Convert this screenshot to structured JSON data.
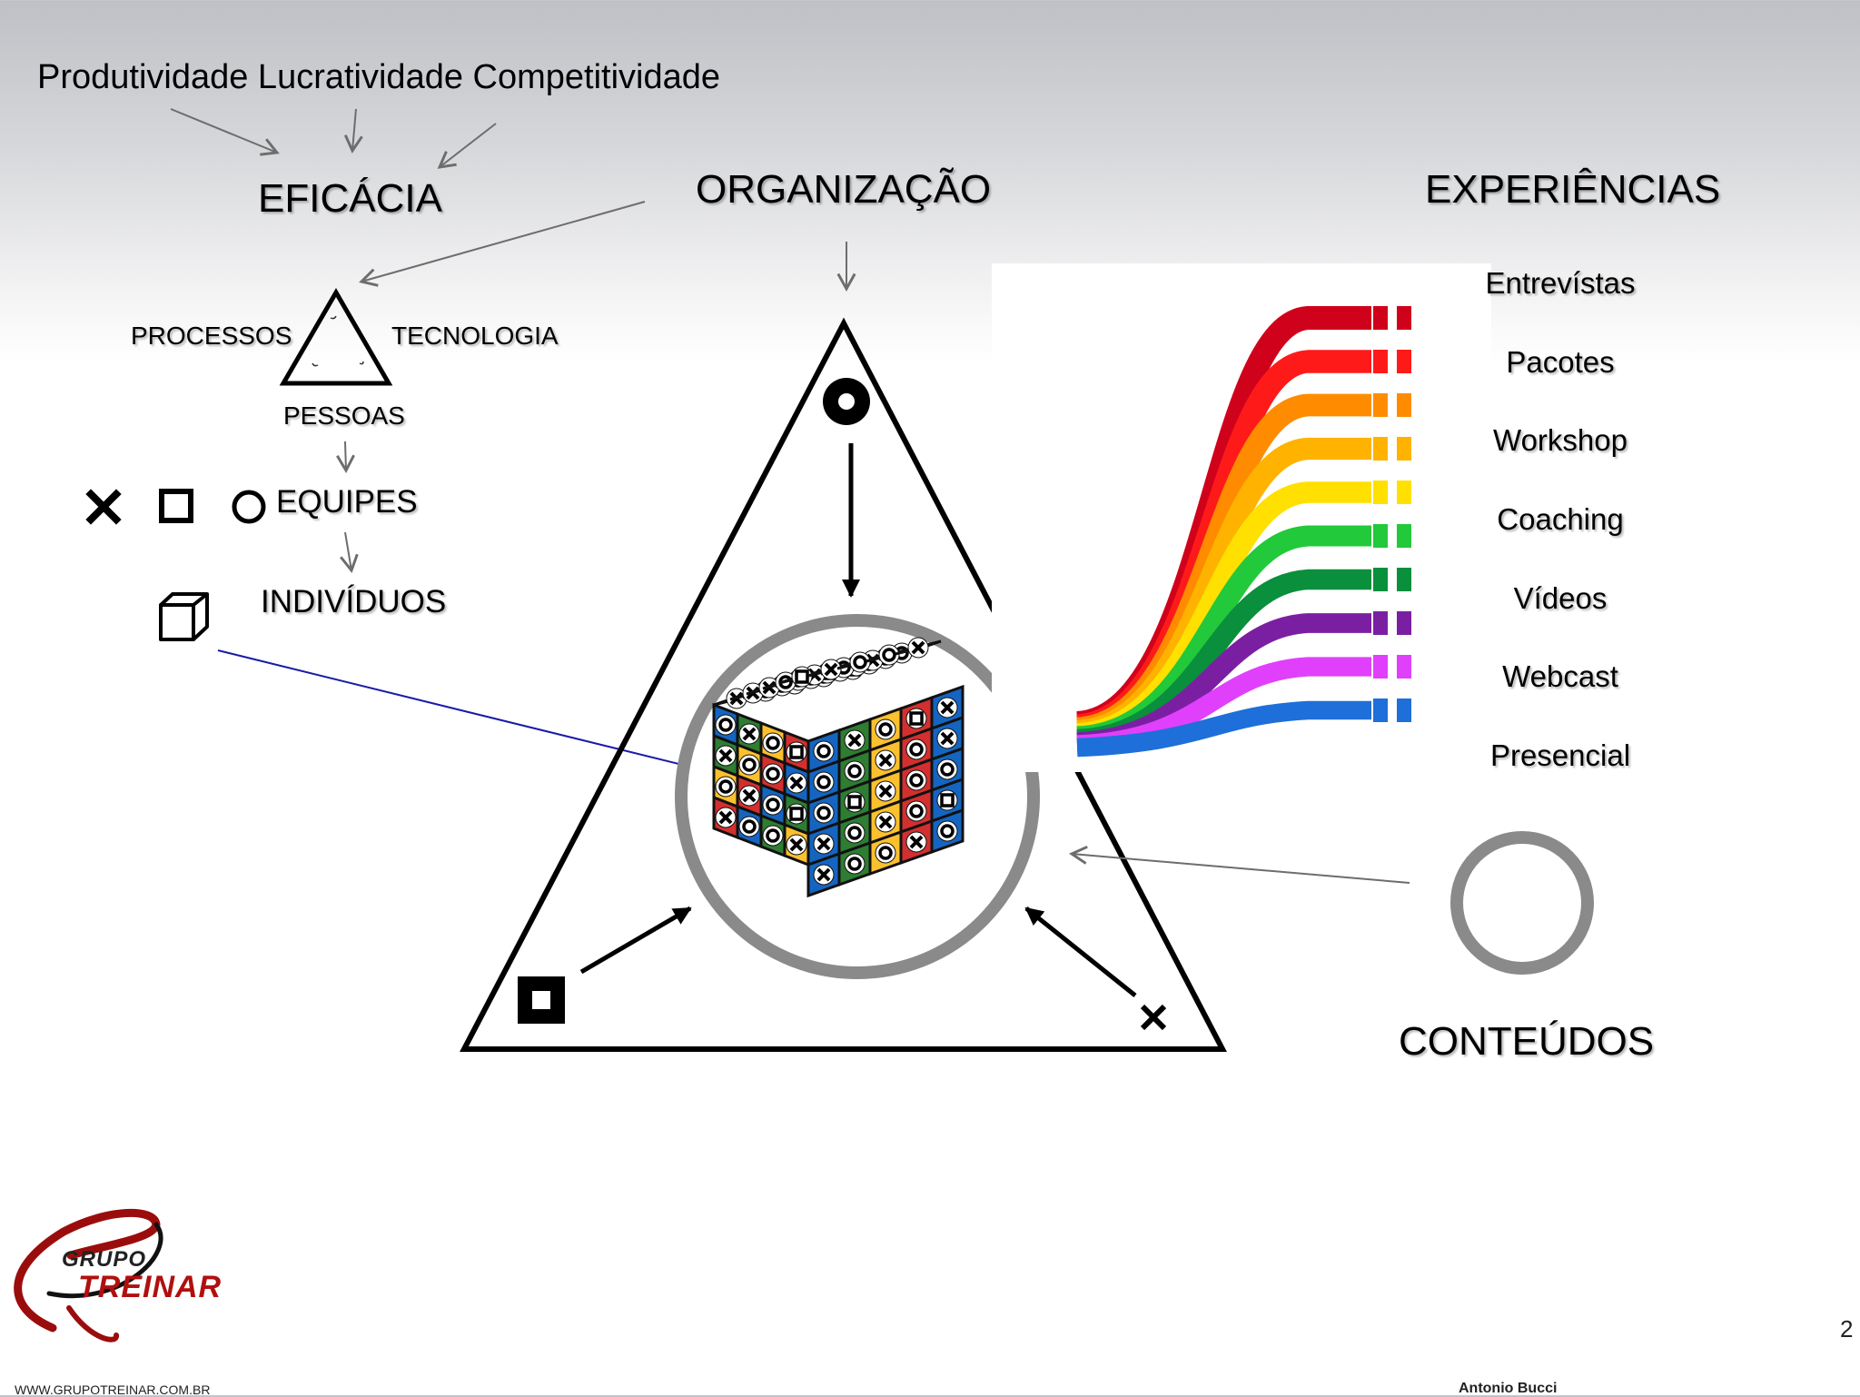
{
  "header": {
    "top_line": "Produtividade Lucratividade Competitividade",
    "eficacia": "EFICÁCIA",
    "organizacao": "ORGANIZAÇÃO",
    "experiencias": "EXPERIÊNCIAS"
  },
  "left": {
    "processos": "PROCESSOS",
    "tecnologia": "TECNOLOGIA",
    "pessoas": "PESSOAS",
    "equipes": "EQUIPES",
    "individuos": "INDIVÍDUOS"
  },
  "experiences": [
    "Entrevístas",
    "Pacotes",
    "Workshop",
    "Coaching",
    "Vídeos",
    "Webcast",
    "Presencial"
  ],
  "conteudos": "CONTEÚDOS",
  "rainbow_colors": [
    "#d0021b",
    "#ff1a1a",
    "#ff8c00",
    "#ffb300",
    "#ffe000",
    "#22c93a",
    "#0a8f3c",
    "#7b1fa2",
    "#e040fb",
    "#1e6fd9"
  ],
  "cube_colors": [
    "#2e7d32",
    "#1565c0",
    "#d32f2f",
    "#fbc02d"
  ],
  "icons": {
    "x": "x-icon",
    "square": "square-icon",
    "circle": "circle-icon",
    "cube": "cube-icon"
  },
  "footer": {
    "logo_line1": "GRUPO",
    "logo_line2": "TREINAR",
    "website": "WWW.GRUPOTREINAR.COM.BR",
    "author": "Antonio Bucci",
    "page_number": "2"
  }
}
